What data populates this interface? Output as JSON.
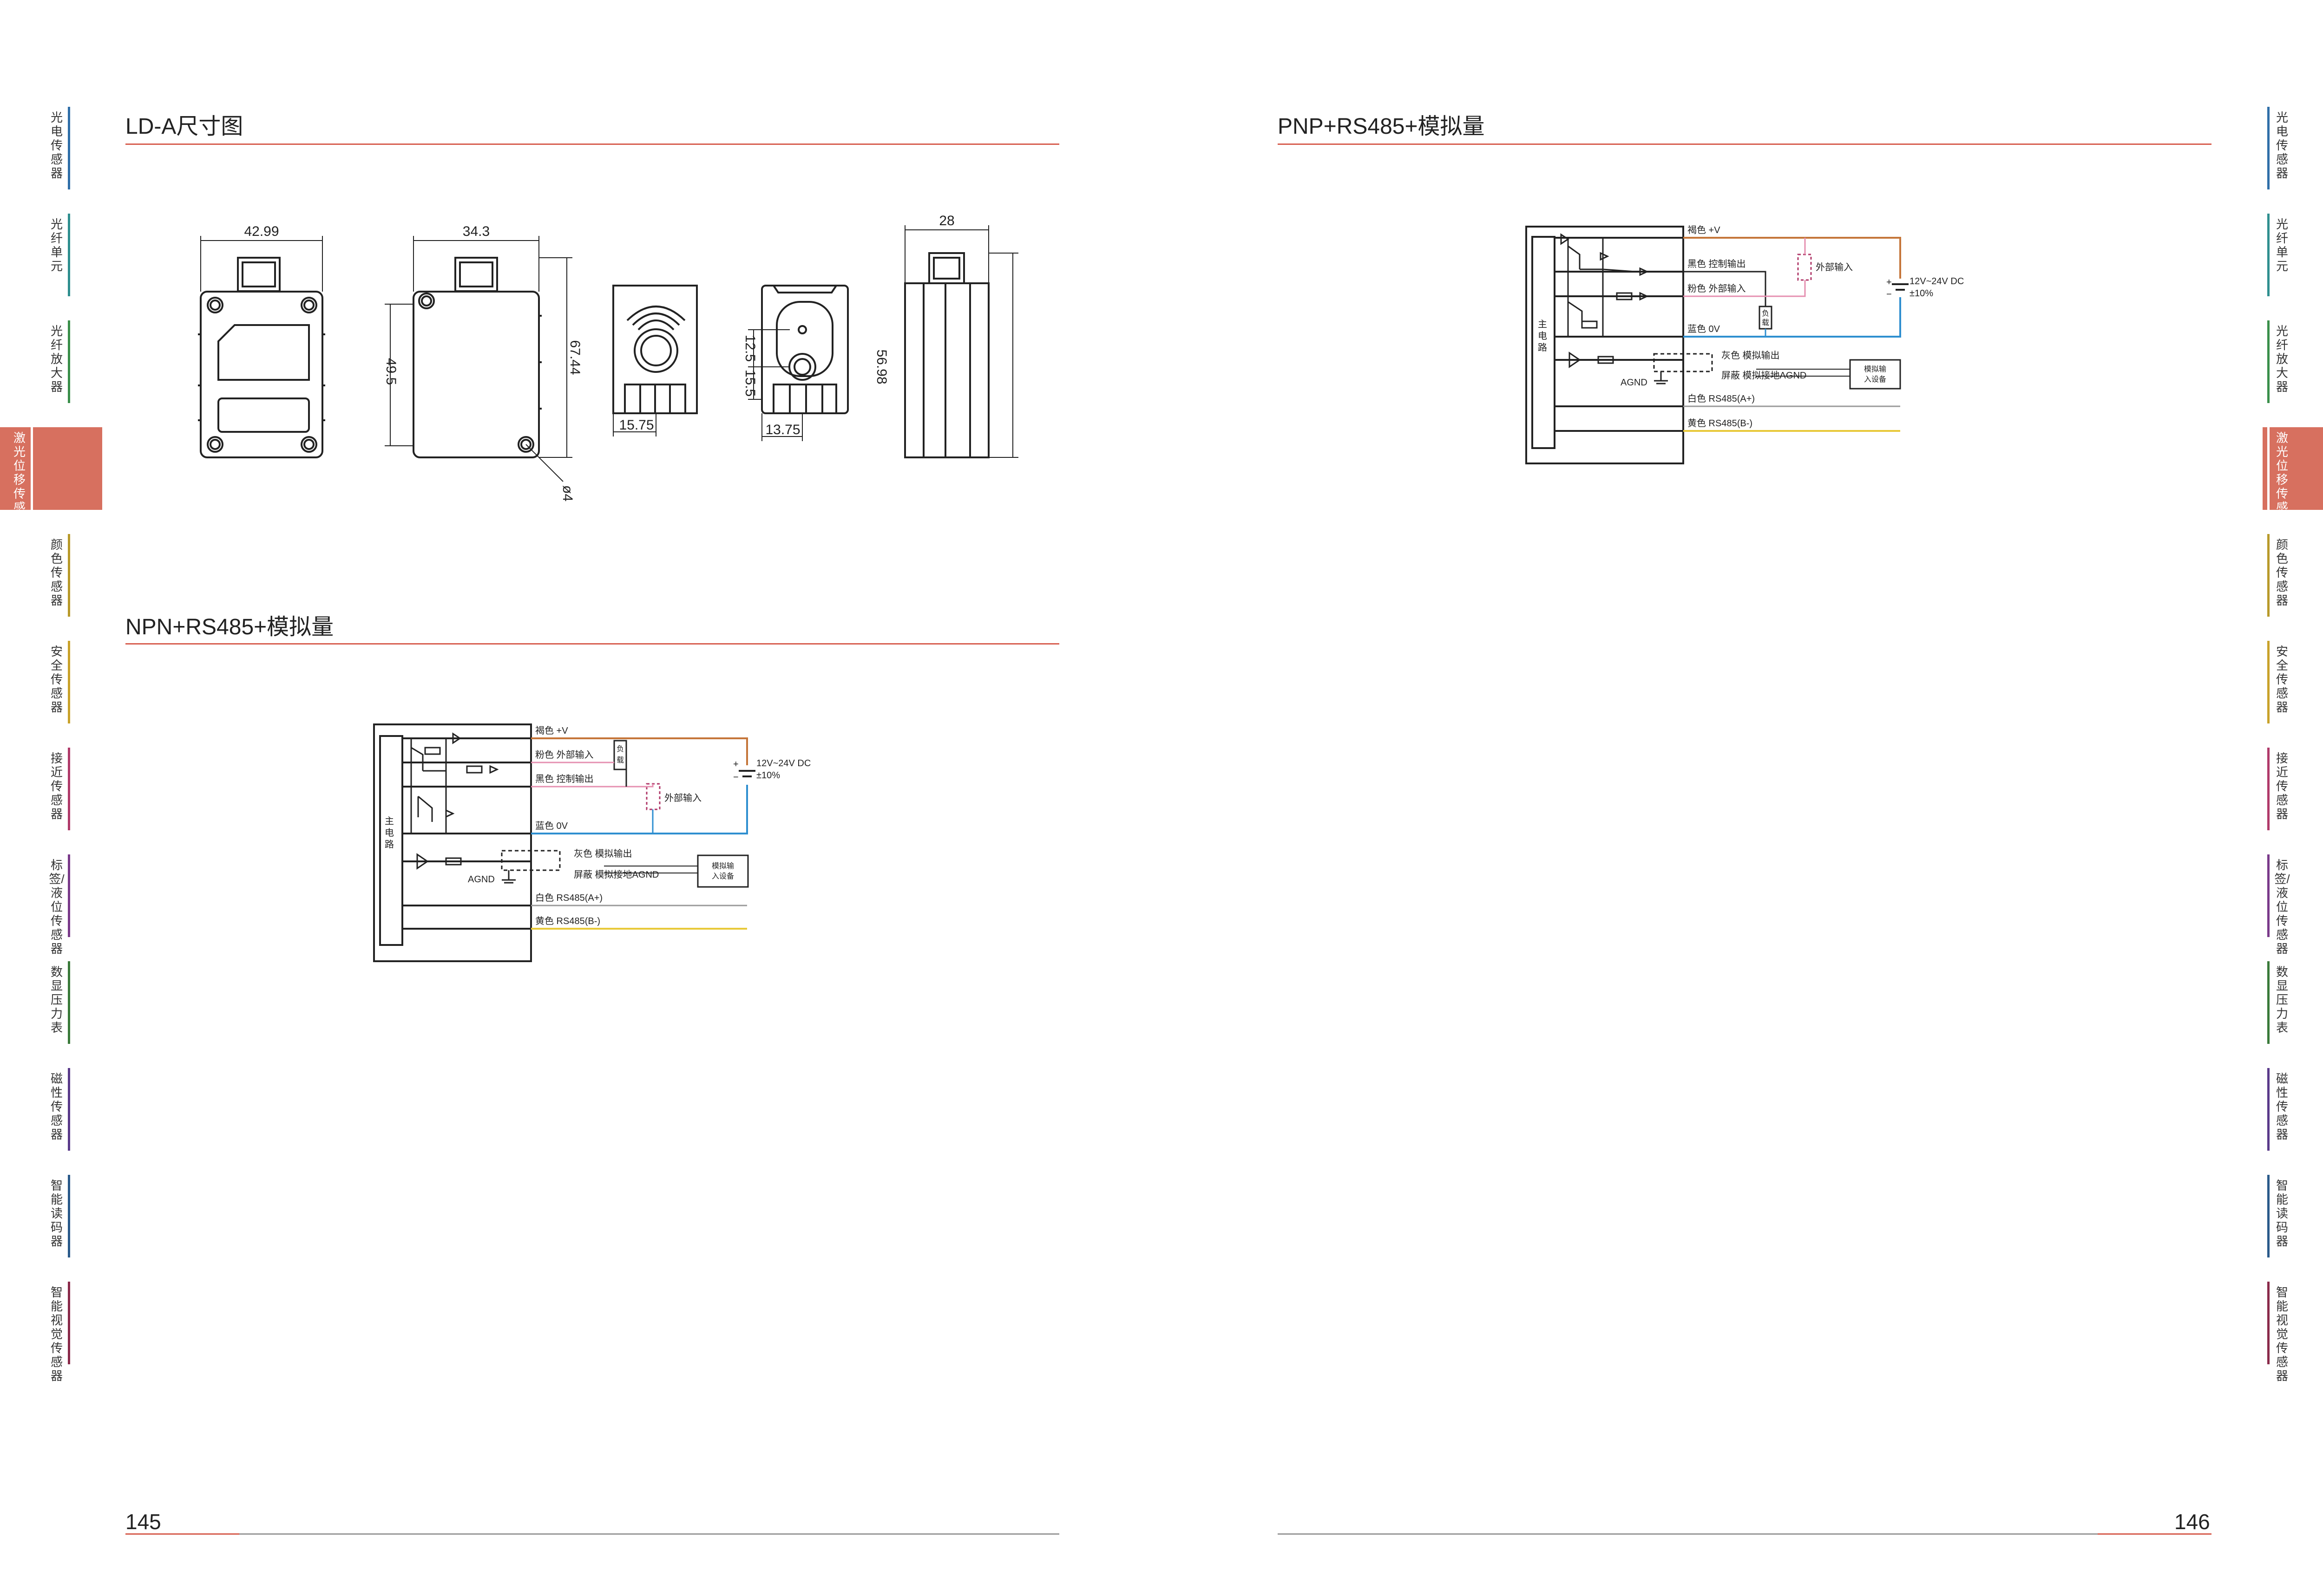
{
  "nav_items": [
    {
      "label": "光电传感器",
      "color": "#2f6fa8",
      "active": false
    },
    {
      "label": "光纤单元",
      "color": "#2f8f8f",
      "active": false
    },
    {
      "label": "光纤放大器",
      "color": "#3a8f4a",
      "active": false
    },
    {
      "label": "激光位移传感器",
      "color": "#d7705f",
      "active": true
    },
    {
      "label": "颜色传感器",
      "color": "#b89a2a",
      "active": false
    },
    {
      "label": "安全传感器",
      "color": "#c9a22a",
      "active": false
    },
    {
      "label": "接近传感器",
      "color": "#b03a6a",
      "active": false
    },
    {
      "label": "标签/液位传感器",
      "color": "#7a3a8a",
      "active": false
    },
    {
      "label": "数显压力表",
      "color": "#3a7a3a",
      "active": false
    },
    {
      "label": "磁性传感器",
      "color": "#5a3a8a",
      "active": false
    },
    {
      "label": "智能读码器",
      "color": "#2a5a8a",
      "active": false
    },
    {
      "label": "智能视觉传感器",
      "color": "#8a2a4a",
      "active": false
    }
  ],
  "left_page": {
    "dim_title": "LD-A尺寸图",
    "npn_title": "NPN+RS485+模拟量",
    "page_number": "145"
  },
  "right_page": {
    "pnp_title": "PNP+RS485+模拟量",
    "page_number": "146"
  },
  "dimensions": {
    "front_width": "42.99",
    "side_width": "34.3",
    "side_height_left": "49.5",
    "side_height_right": "67.44",
    "hole": "ø4",
    "conn_offset": "15.75",
    "bottom_h1": "12.5",
    "bottom_h2": "15.5",
    "bottom_offset": "13.75",
    "back_width": "28",
    "back_height": "56.98"
  },
  "circuit_labels": {
    "main_circuit": [
      "主",
      "电",
      "路"
    ],
    "brown": "褐色 +V",
    "pink_external": "粉色 外部输入",
    "black_control": "黑色 控制输出",
    "blue_0v": "蓝色 0V",
    "gray_analog": "灰色  模拟输出",
    "shield_agnd": "屏蔽  模拟接地AGND",
    "white_rs485a": "白色 RS485(A+)",
    "yellow_rs485b": "黄色 RS485(B-)",
    "agnd": "AGND",
    "external_input": "外部输入",
    "supply": "12V~24V DC",
    "tolerance": "±10%",
    "plus": "+",
    "minus": "−",
    "load": [
      "负",
      "载"
    ],
    "analog_device": [
      "模拟输",
      "入设备"
    ]
  },
  "colors": {
    "accent": "#d75f50",
    "brown": "#c5763a",
    "pink": "#e58fb0",
    "blue": "#2f8fd0",
    "yellow": "#e8c93a",
    "gray": "#9a9a9a"
  }
}
